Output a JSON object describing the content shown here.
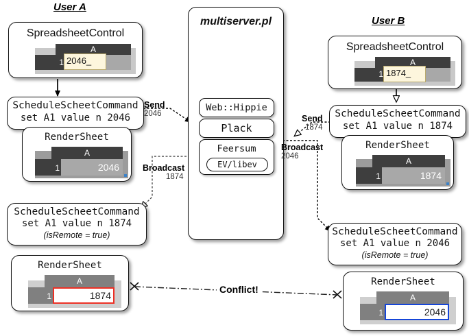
{
  "diagram": {
    "users": [
      {
        "id": "user-a",
        "label": "User A"
      },
      {
        "id": "user-b",
        "label": "User B"
      }
    ],
    "server": {
      "title": "multiserver.pl",
      "stack": [
        {
          "label": "Web::Hippie"
        },
        {
          "label": "Plack"
        },
        {
          "label": "Feersum",
          "child": "EV/libev"
        }
      ]
    },
    "panels": {
      "a_control": {
        "title": "SpreadsheetControl",
        "column_header": "A",
        "row_header": "1",
        "editing_value": "2046_"
      },
      "a_command_1": {
        "title": "ScheduleScheetCommand",
        "command": "set A1 value n 2046"
      },
      "a_render_1": {
        "title": "RenderSheet",
        "column_header": "A",
        "row_header": "1",
        "value": "2046"
      },
      "a_command_2": {
        "title": "ScheduleScheetCommand",
        "command": "set A1 value n 1874",
        "note": "(isRemote = true)"
      },
      "a_render_2": {
        "title": "RenderSheet",
        "column_header": "A",
        "row_header": "1",
        "value": "1874",
        "highlight_color": "#ed2f24"
      },
      "b_control": {
        "title": "SpreadsheetControl",
        "column_header": "A",
        "row_header": "1",
        "editing_value": "1874_"
      },
      "b_command_1": {
        "title": "ScheduleScheetCommand",
        "command": "set A1 value n 1874"
      },
      "b_render_1": {
        "title": "RenderSheet",
        "column_header": "A",
        "row_header": "1",
        "value": "1874"
      },
      "b_command_2": {
        "title": "ScheduleScheetCommand",
        "command": "set A1 value n 2046",
        "note": "(isRemote = true)"
      },
      "b_render_2": {
        "title": "RenderSheet",
        "column_header": "A",
        "row_header": "1",
        "value": "2046",
        "highlight_color": "#1545d8"
      }
    },
    "connectors": {
      "send_a": {
        "label": "Send",
        "value": "2046"
      },
      "send_b": {
        "label": "Send",
        "value": "1874"
      },
      "broadcast_a": {
        "label": "Broadcast",
        "value": "1874"
      },
      "broadcast_b": {
        "label": "Broadcast",
        "value": "2046"
      },
      "conflict": {
        "label": "Conflict!"
      }
    }
  }
}
